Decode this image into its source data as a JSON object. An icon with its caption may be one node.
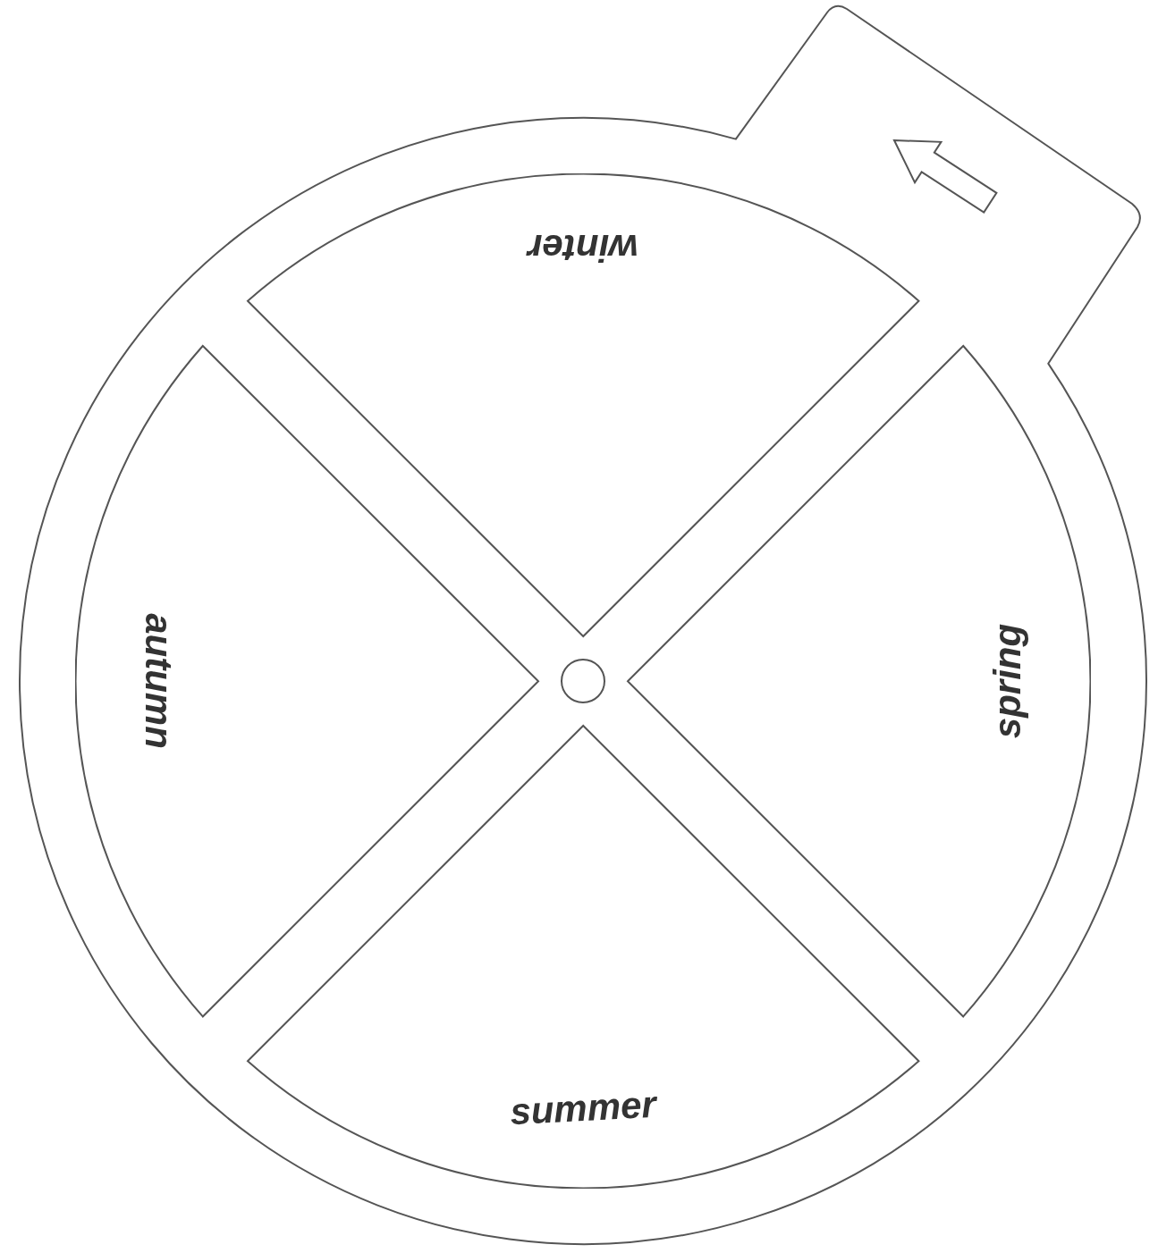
{
  "diagram": {
    "nodes": [
      {
        "text": [
          "winter"
        ]
      },
      {
        "text": [
          "autumn"
        ]
      },
      {
        "text": [
          "spring"
        ]
      },
      {
        "text": [
          "summer"
        ]
      }
    ],
    "edges": []
  }
}
